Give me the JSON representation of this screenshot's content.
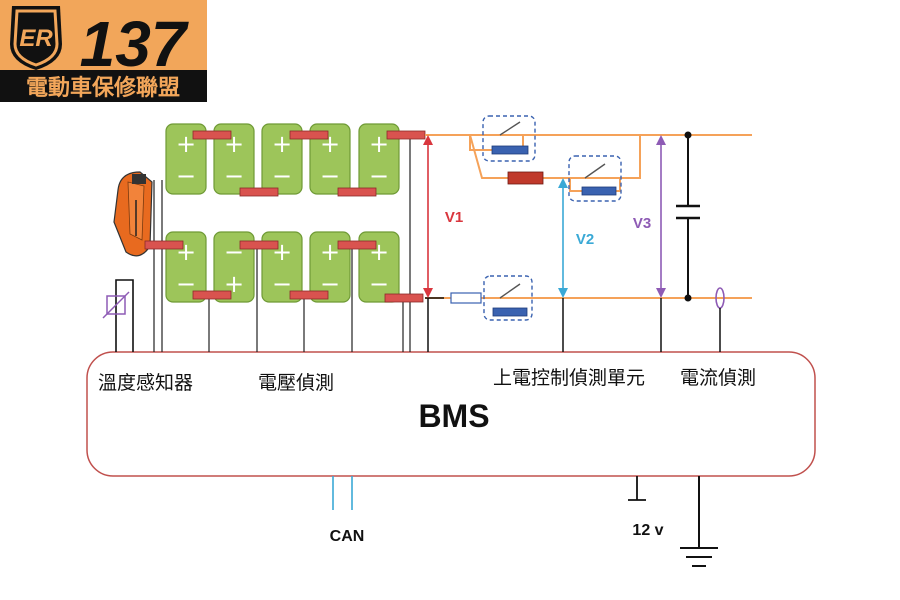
{
  "logo": {
    "number": "137",
    "subtitle": "電動車保修聯盟",
    "emblem_letters": "ER"
  },
  "labels": {
    "temp_sensor": "溫度感知器",
    "voltage_detect": "電壓偵測",
    "precharge_unit": "上電控制偵測單元",
    "current_detect": "電流偵測",
    "bms": "BMS",
    "can": "CAN",
    "supply": "12 v",
    "v1": "V1",
    "v2": "V2",
    "v3": "V3"
  },
  "colors": {
    "cell_fill": "#9dc55a",
    "cell_stroke": "#6f9a35",
    "busbar": "#d9534f",
    "wire_orange": "#f5a259",
    "bms_stroke": "#c0504d",
    "v1": "#d9363e",
    "v2": "#3aa9d6",
    "v3": "#8e5bb5",
    "relay_blue": "#3a62b0",
    "logo_bg": "#f2a65a"
  },
  "cells": {
    "top_signs": [
      "+",
      "−",
      "+",
      "−",
      "+",
      "−",
      "+",
      "−",
      "+",
      "−"
    ],
    "bottom_signs": [
      "+",
      "−",
      "−",
      "+",
      "+",
      "−",
      "+",
      "−",
      "+",
      "−"
    ]
  }
}
